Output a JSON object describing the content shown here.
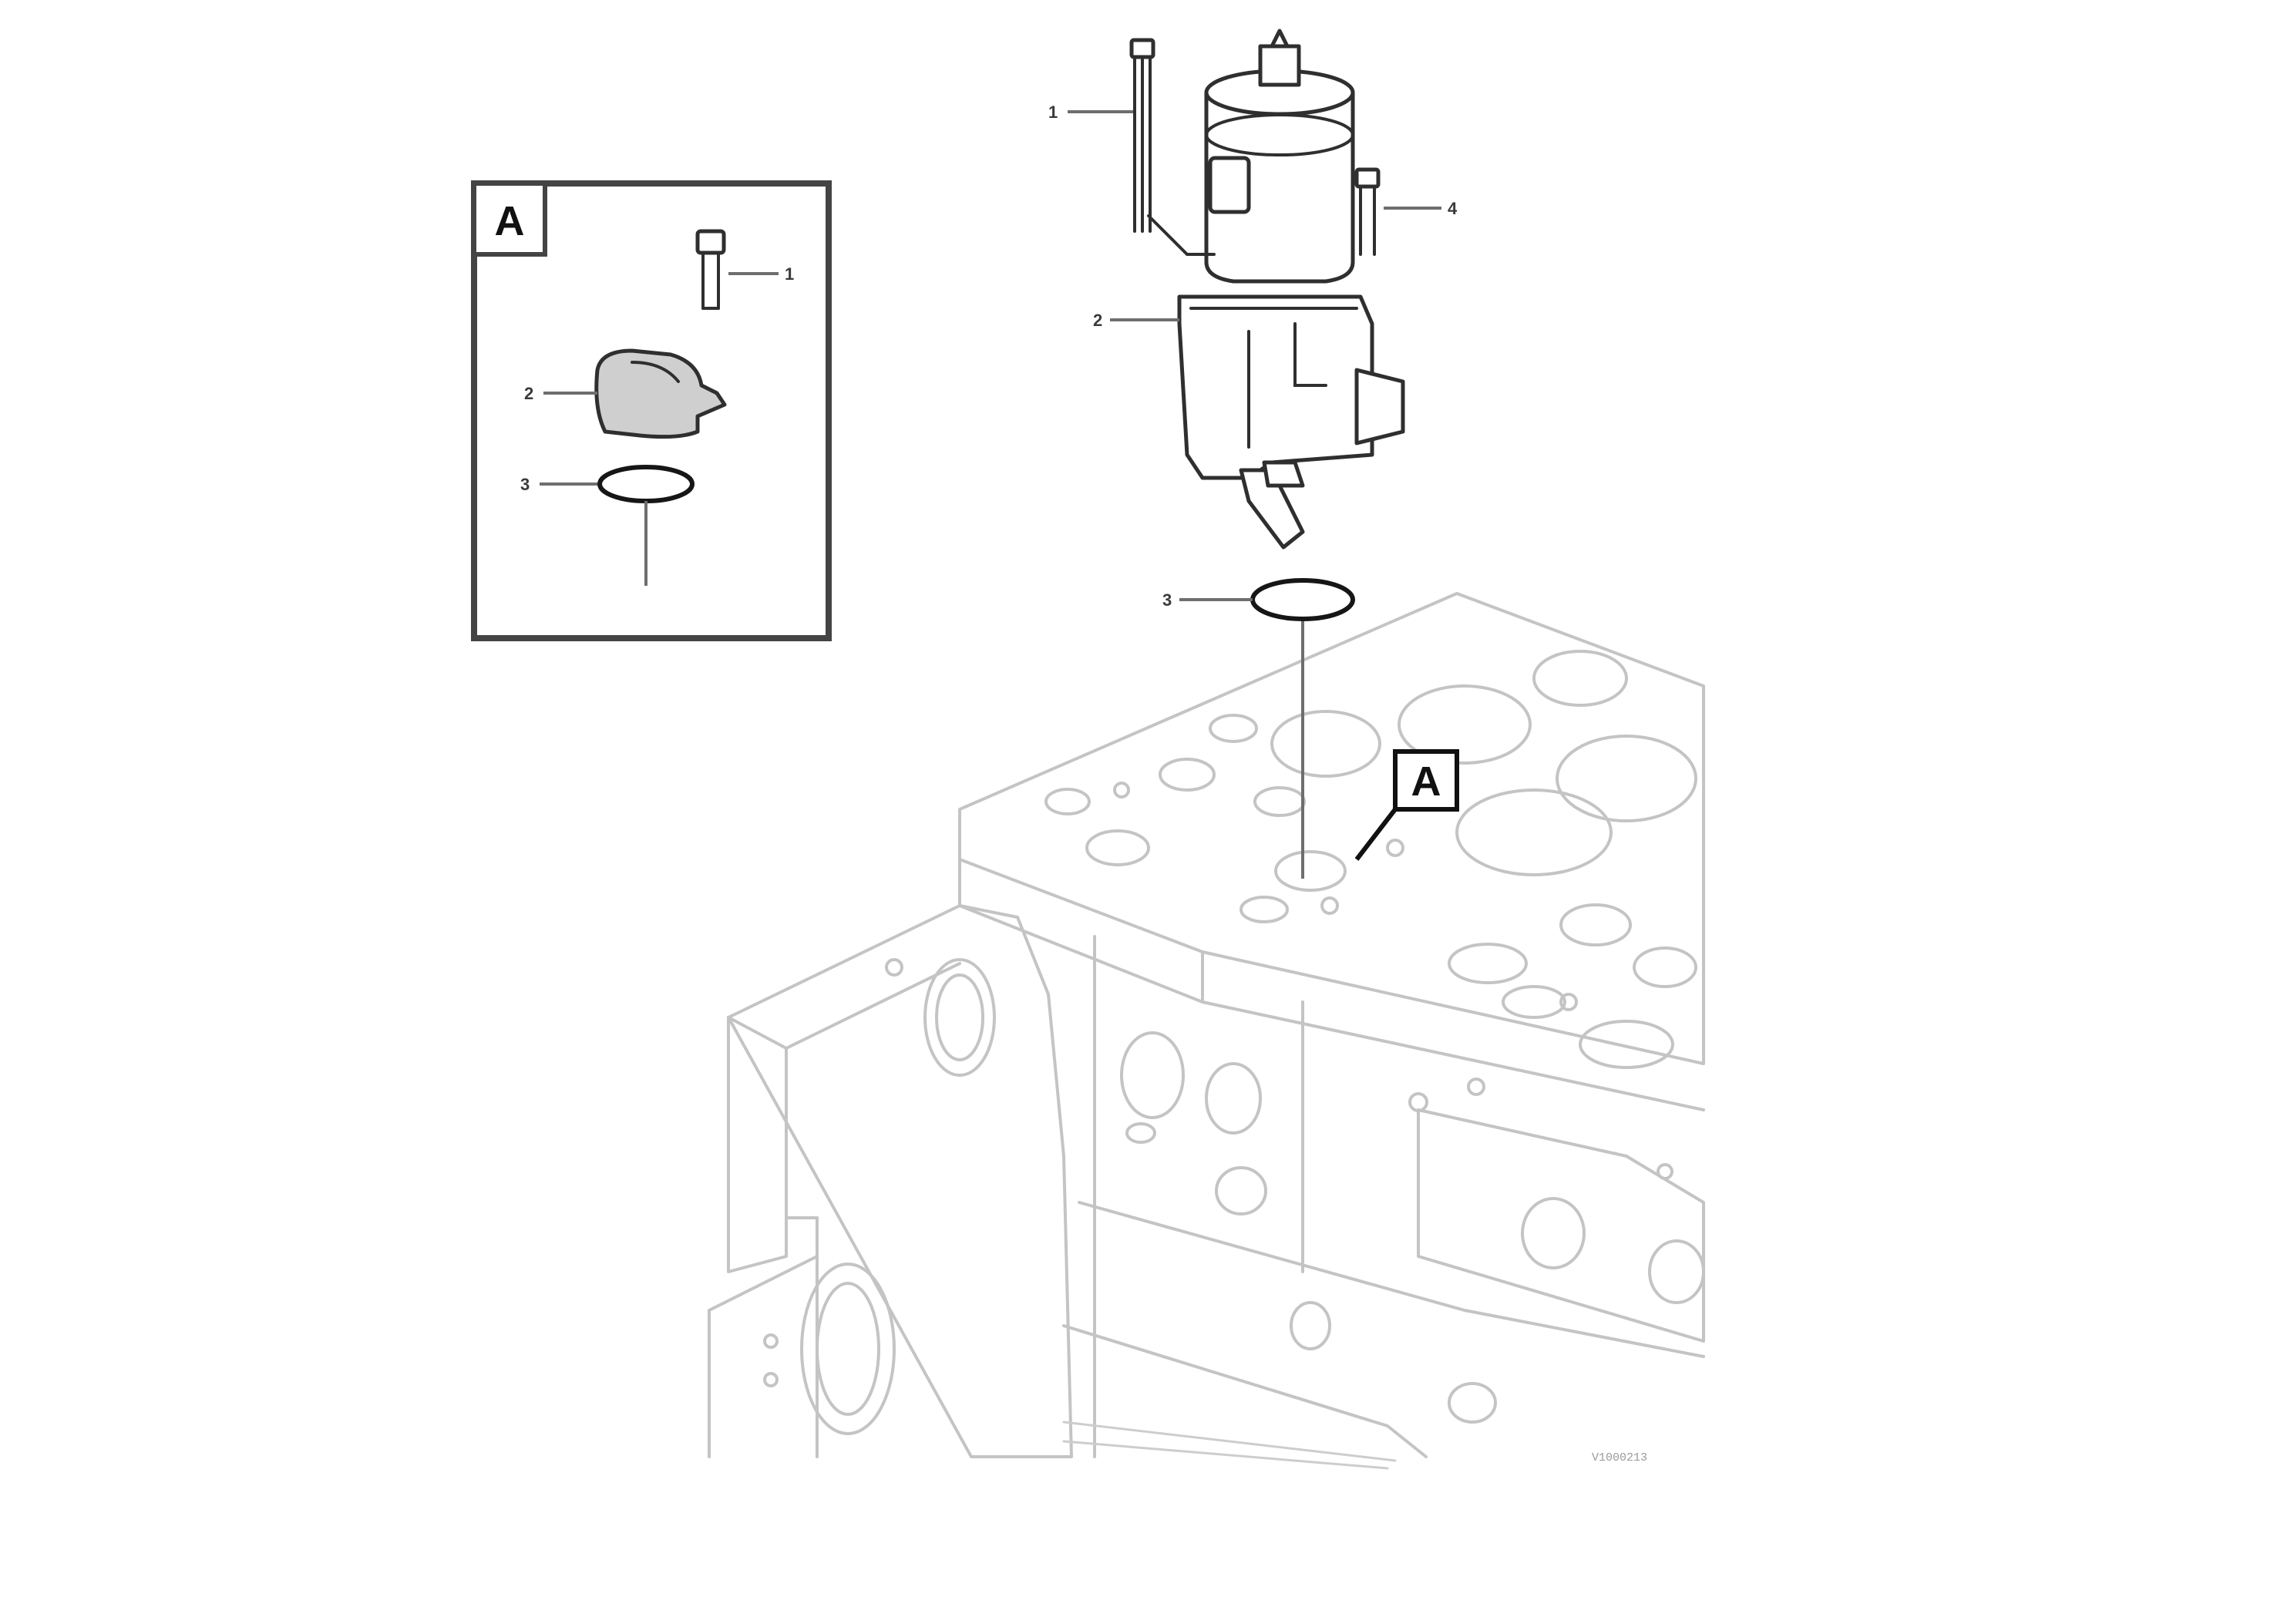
{
  "figure": {
    "inset_label": "A",
    "view_tag_label": "A",
    "callouts": {
      "inset_bolt": "1",
      "inset_sensor": "2",
      "inset_oring": "3",
      "main_bolt": "1",
      "main_bracket_bolt": "4",
      "main_pump": "2",
      "main_oring": "3"
    },
    "reference_code": "V1000213",
    "reference_sub": "",
    "colors": {
      "part_outline": "#2f2f2f",
      "engine_outline": "#c4c4c4",
      "background": "#ffffff"
    }
  }
}
